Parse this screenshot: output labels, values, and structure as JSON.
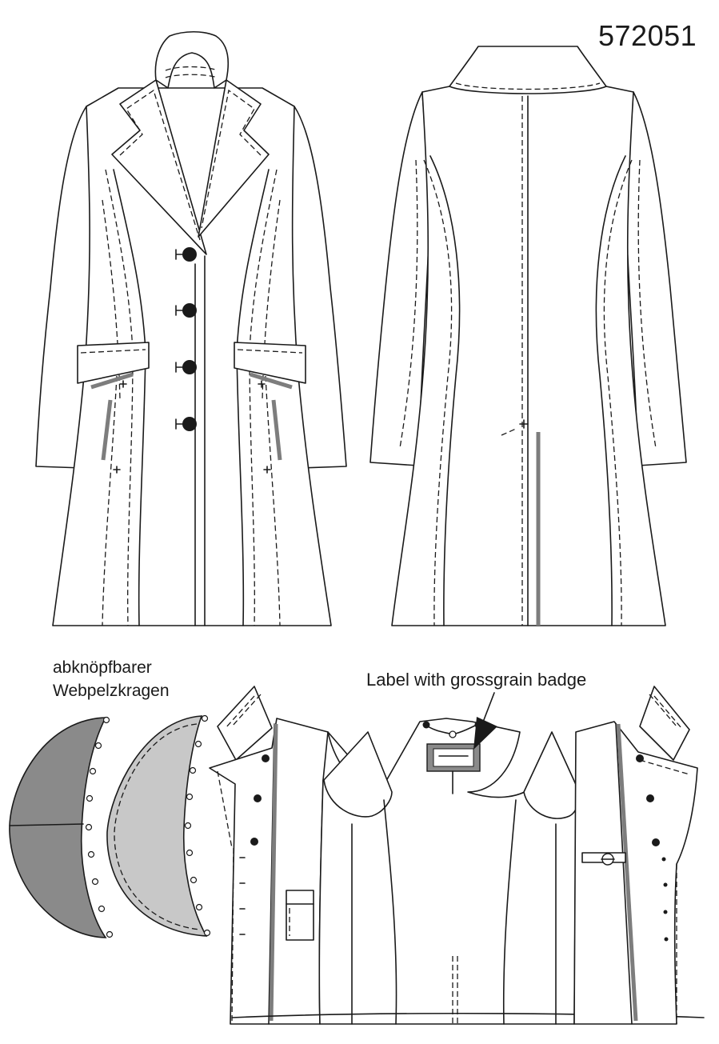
{
  "pattern_number": "572051",
  "collar_note": [
    "abknöpfbarer",
    "Webpelzkragen"
  ],
  "label_note": "Label with grossgrain badge",
  "colors": {
    "line": "#1a1a1a",
    "fur_collar_outer": "#8a8a8a",
    "fur_collar_lining": "#c8c8c8",
    "topstitch_accent": "#7d7d7d",
    "background": "#ffffff"
  }
}
